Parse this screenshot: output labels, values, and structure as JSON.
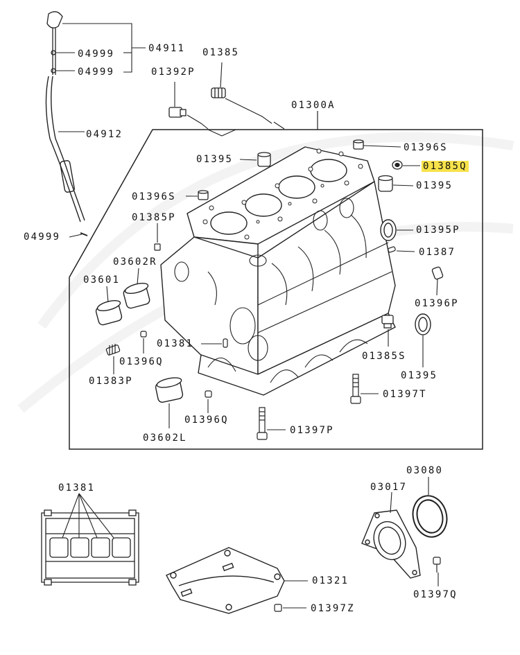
{
  "labels": {
    "p04911": "04911",
    "p04999a": "04999",
    "p04999b": "04999",
    "p04912": "04912",
    "p04999c": "04999",
    "p01385": "01385",
    "p01392P": "01392P",
    "p01300A": "01300A",
    "p01395a": "01395",
    "p01396Sa": "01396S",
    "p01385Q": "01385Q",
    "p01395b": "01395",
    "p01396Sb": "01396S",
    "p01385P": "01385P",
    "p01395P": "01395P",
    "p01387": "01387",
    "p03602R": "03602R",
    "p03601": "03601",
    "p01396P": "01396P",
    "p01381a": "01381",
    "p01396Qa": "01396Q",
    "p01385S": "01385S",
    "p01383P": "01383P",
    "p01395c": "01395",
    "p01397T": "01397T",
    "p01396Qb": "01396Q",
    "p03602L": "03602L",
    "p01397P": "01397P",
    "p01381b": "01381",
    "p03017": "03017",
    "p03080": "03080",
    "p01321": "01321",
    "p01397Q": "01397Q",
    "p01397Z": "01397Z"
  },
  "highlight_color": "#f7e24a"
}
